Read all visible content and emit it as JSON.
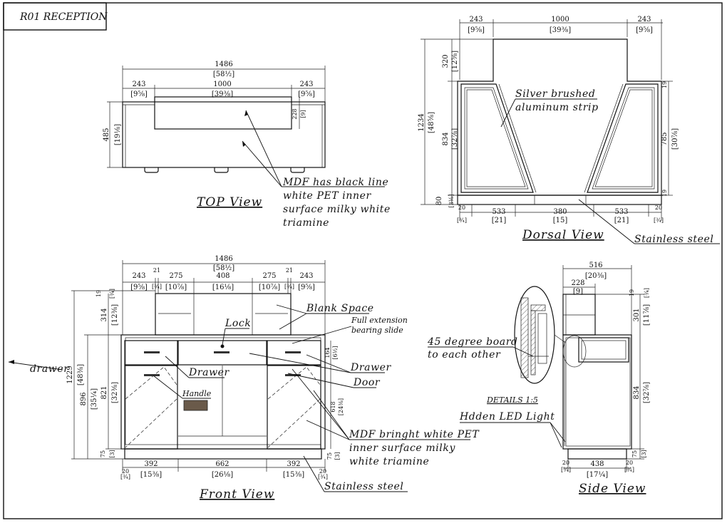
{
  "sheet_title": "R01 RECEPTION",
  "views": {
    "top": "TOP View",
    "dorsal": "Dorsal View",
    "front": "Front View",
    "side": "Side View",
    "details": "DETAILS 1:5"
  },
  "dims": {
    "top": {
      "overall": "1486",
      "overall_in": "[58½]",
      "left": "243",
      "left_in": "[9⅝]",
      "center": "1000",
      "center_in": "[39⅜]",
      "right": "243",
      "right_in": "[9⅝]",
      "depth": "485",
      "depth_in": "[19⅛]",
      "step": "228",
      "step_in": "[9]"
    },
    "dorsal": {
      "left": "243",
      "left_in": "[9⅝]",
      "center": "1000",
      "center_in": "[39⅜]",
      "right": "243",
      "right_in": "[9⅝]",
      "total_h": "1234",
      "total_h_in": "[48⅝]",
      "top_h": "320",
      "top_h_in": "[12⅝]",
      "mid_h": "834",
      "mid_h_in": "[32⅞]",
      "base_h": "80",
      "base_h_in": "[3⅛]",
      "panel_h": "785",
      "panel_h_in": "[30⅞]",
      "edge": "20",
      "edge_in": "[¾]",
      "seg1": "533",
      "seg1_in": "[21]",
      "seg2": "380",
      "seg2_in": "[15]",
      "seg3": "533",
      "seg3_in": "[21]",
      "small": "19"
    },
    "front": {
      "overall": "1486",
      "overall_in": "[58½]",
      "c1": "243",
      "c1_in": "[9⅝]",
      "c2": "21",
      "c2_in": "[¾]",
      "c3": "275",
      "c3_in": "[10⅞]",
      "c4": "408",
      "c4_in": "[16⅛]",
      "c5": "275",
      "c5_in": "[10⅞]",
      "c6": "21",
      "c6_in": "[¾]",
      "c7": "243",
      "c7_in": "[9⅝]",
      "total_h": "1229",
      "total_h_in": "[48⅜]",
      "counter_h": "896",
      "counter_h_in": "[35¼]",
      "body_h": "821",
      "body_h_in": "[32⅜]",
      "top_h": "314",
      "top_h_in": "[12⅜]",
      "top_edge": "19",
      "top_edge_in": "[¾]",
      "base_h": "75",
      "base_h_in": "[3]",
      "drawer_h": "164",
      "drawer_h_in": "[6½]",
      "door_h": "618",
      "door_h_in": "[24⅜]",
      "b1": "392",
      "b1_in": "[15⅜]",
      "b2": "662",
      "b2_in": "[26⅛]",
      "b3": "392",
      "b3_in": "[15⅜]",
      "edge": "20",
      "edge_in": "[¾]"
    },
    "side": {
      "overall": "516",
      "overall_in": "[20⅜]",
      "top": "228",
      "top_in": "[9]",
      "upper_h": "301",
      "upper_h_in": "[11⅞]",
      "top_edge": "19",
      "top_edge_in": "[¾]",
      "body_h": "834",
      "body_h_in": "[32⅞]",
      "base_h": "75",
      "base_h_in": "[3]",
      "base": "438",
      "base_in": "[17¼]",
      "edge": "20",
      "edge_in": "[¾]"
    }
  },
  "labels": {
    "mdf_black": [
      "MDF has black line",
      "white PET inner",
      "surface milky white",
      "triamine"
    ],
    "silver": [
      "Silver brushed",
      "aluminum strip"
    ],
    "stainless_dorsal": "Stainless steel",
    "blank_space": "Blank Space",
    "full_extension": [
      "Full extension",
      "bearing slide"
    ],
    "lock": "Lock",
    "drawer_left": "drawer",
    "drawer_mid": "Drawer",
    "drawer_right": "Drawer",
    "door": "Door",
    "handle": "Handle",
    "mdf_bright": [
      "MDF bringht white PET",
      "inner surface milky",
      "white triamine"
    ],
    "stainless_front": "Stainless steel",
    "degree": [
      "45 degree board",
      "to each other"
    ],
    "led": "Hdden LED Light"
  }
}
